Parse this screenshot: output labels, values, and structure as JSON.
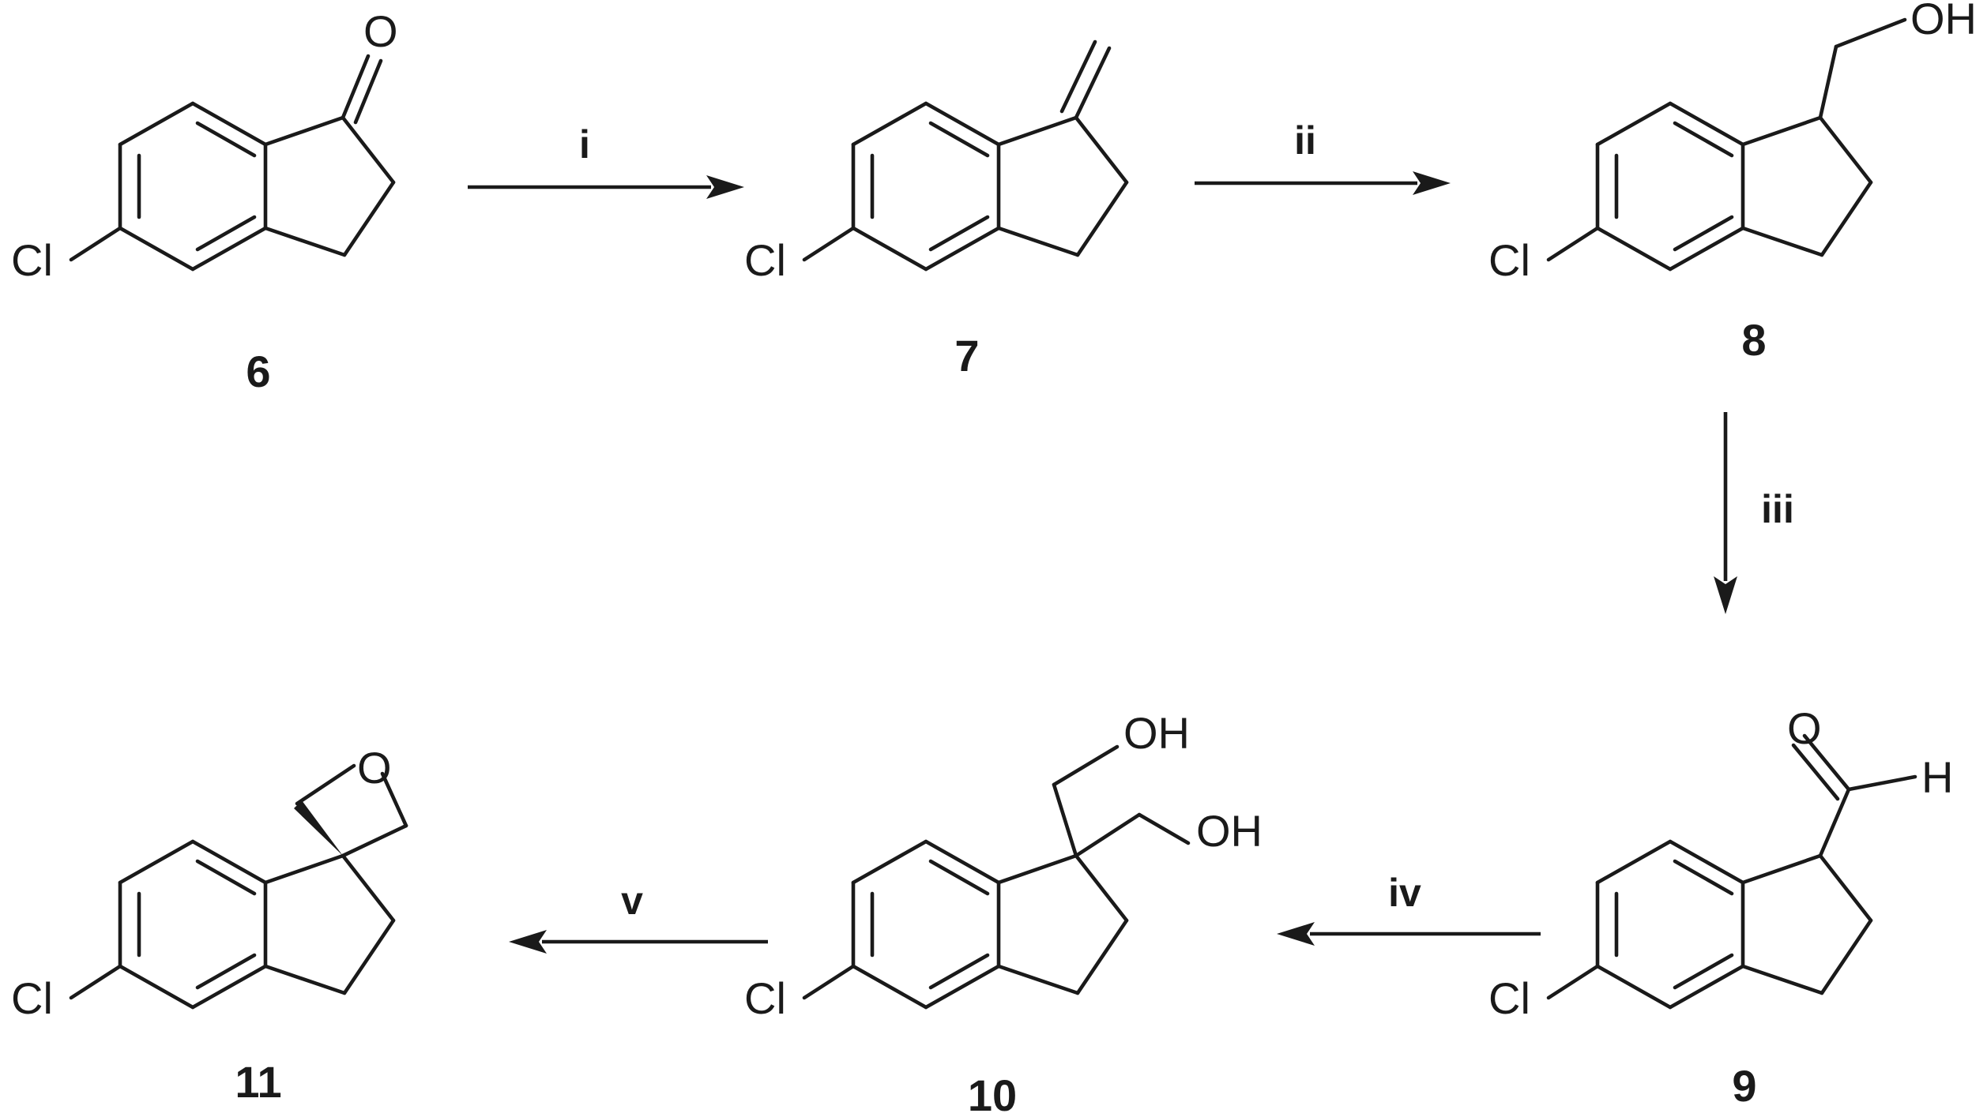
{
  "compounds": [
    {
      "id": "6",
      "label": "6",
      "substituent": "Cl",
      "group": [
        "O"
      ]
    },
    {
      "id": "7",
      "label": "7",
      "substituent": "Cl",
      "group": []
    },
    {
      "id": "8",
      "label": "8",
      "substituent": "Cl",
      "group": [
        "OH"
      ]
    },
    {
      "id": "9",
      "label": "9",
      "substituent": "Cl",
      "group": [
        "O",
        "H"
      ]
    },
    {
      "id": "10",
      "label": "10",
      "substituent": "Cl",
      "group": [
        "OH",
        "OH"
      ]
    },
    {
      "id": "11",
      "label": "11",
      "substituent": "Cl",
      "group": [
        "O"
      ]
    }
  ],
  "steps": [
    {
      "label": "i",
      "from": "6",
      "to": "7"
    },
    {
      "label": "ii",
      "from": "7",
      "to": "8"
    },
    {
      "label": "iii",
      "from": "8",
      "to": "9"
    },
    {
      "label": "iv",
      "from": "9",
      "to": "10"
    },
    {
      "label": "v",
      "from": "10",
      "to": "11"
    }
  ]
}
